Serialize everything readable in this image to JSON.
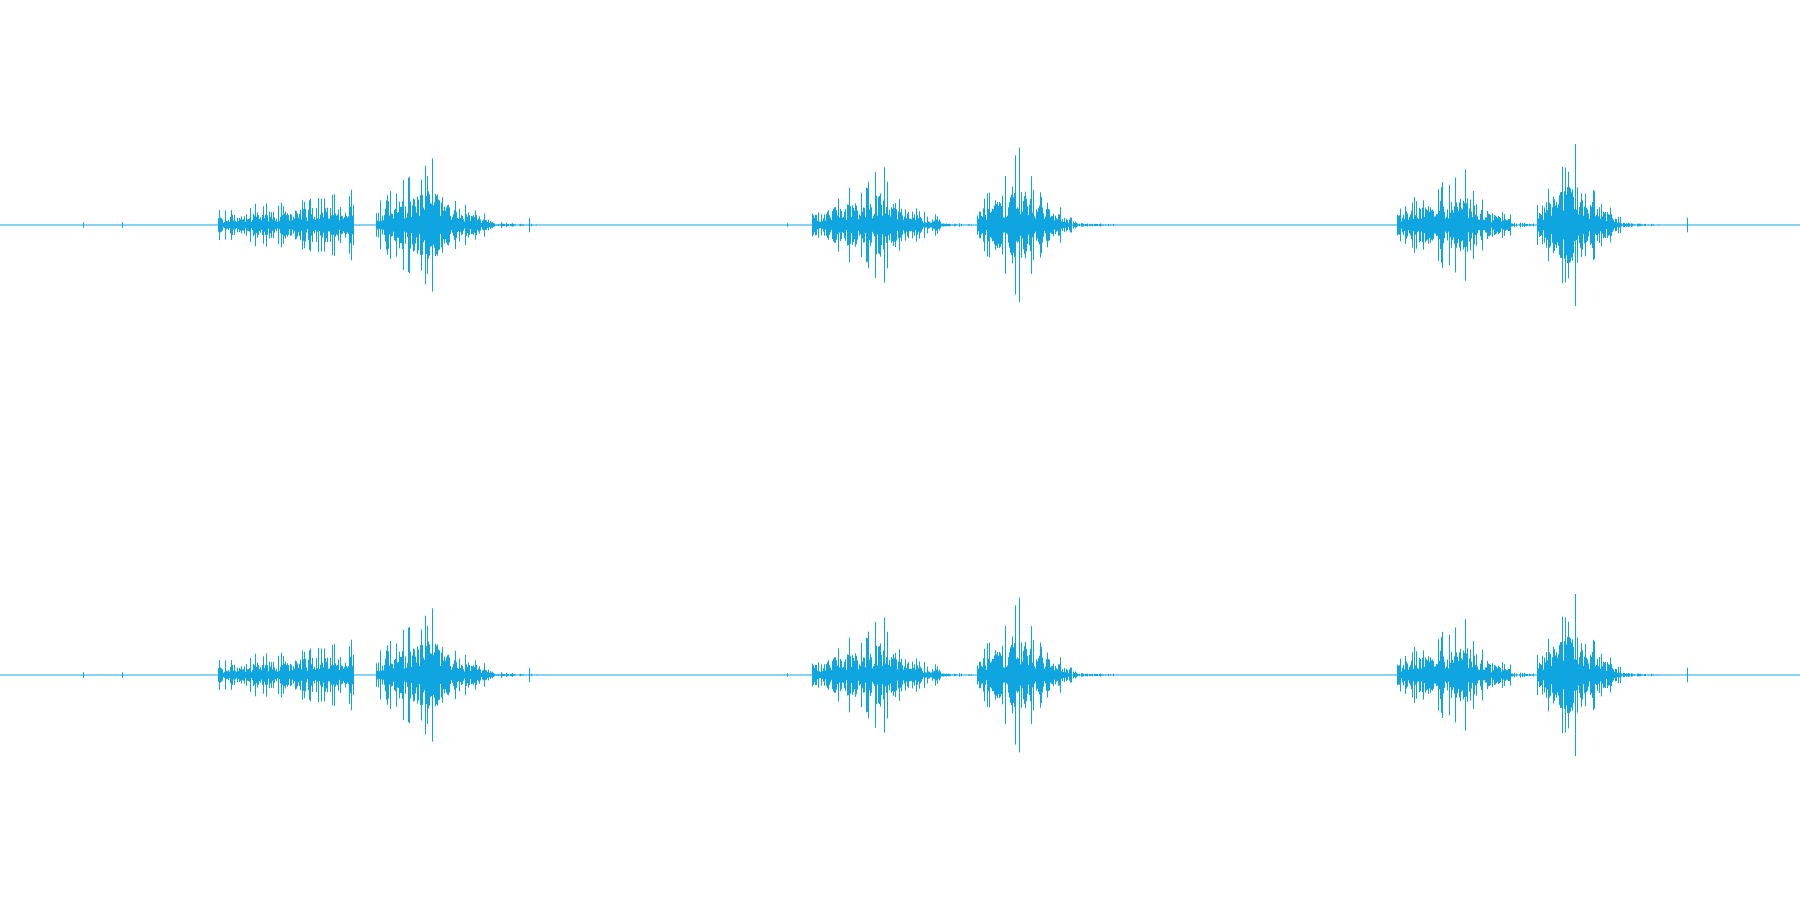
{
  "waveform": {
    "color": "#0ea5e0",
    "background": "#ffffff",
    "channels": [
      {
        "name": "channel-1"
      },
      {
        "name": "channel-2"
      }
    ],
    "bursts": [
      {
        "start": 0.121,
        "end": 0.196,
        "peak": 0.224,
        "peak_amp": 0.5
      },
      {
        "start": 0.209,
        "end": 0.3,
        "peak": 0.24,
        "peak_amp": 0.74
      },
      {
        "start": 0.451,
        "end": 0.547,
        "peak": 0.491,
        "peak_amp": 0.64
      },
      {
        "start": 0.543,
        "end": 0.619,
        "peak": 0.566,
        "peak_amp": 0.86
      },
      {
        "start": 0.776,
        "end": 0.862,
        "peak": 0.814,
        "peak_amp": 0.62
      },
      {
        "start": 0.854,
        "end": 0.921,
        "peak": 0.875,
        "peak_amp": 0.9
      }
    ],
    "ticks": [
      {
        "pos": 0.046,
        "amp": 0.03
      },
      {
        "pos": 0.068,
        "amp": 0.03
      },
      {
        "pos": 0.294,
        "amp": 0.08
      },
      {
        "pos": 0.437,
        "amp": 0.02
      },
      {
        "pos": 0.937,
        "amp": 0.08
      }
    ]
  }
}
